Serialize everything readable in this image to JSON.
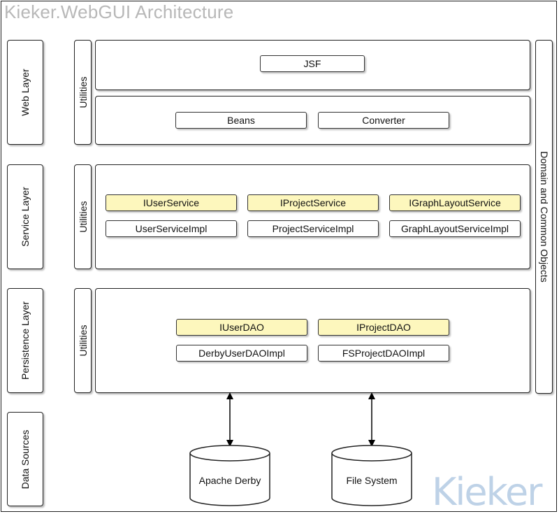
{
  "title": "Kieker.WebGUI Architecture",
  "side_object": "Domain and Common Objects",
  "layers": {
    "web": "Web Layer",
    "service": "Service Layer",
    "persistence": "Persistence Layer",
    "data_sources": "Data Sources"
  },
  "utilities_label": "Utilities",
  "web": {
    "jsf": "JSF",
    "beans": "Beans",
    "converter": "Converter"
  },
  "service": {
    "interfaces": [
      "IUserService",
      "IProjectService",
      "IGraphLayoutService"
    ],
    "impls": [
      "UserServiceImpl",
      "ProjectServiceImpl",
      "GraphLayoutServiceImpl"
    ]
  },
  "persistence": {
    "interfaces": [
      "IUserDAO",
      "IProjectDAO"
    ],
    "impls": [
      "DerbyUserDAOImpl",
      "FSProjectDAOImpl"
    ]
  },
  "data_sources": [
    "Apache Derby",
    "File System"
  ],
  "logo": "Kieker",
  "colors": {
    "interface_fill": "#fdf7bd",
    "title": "#b8b8b8",
    "logo": "#a9c3e0"
  }
}
